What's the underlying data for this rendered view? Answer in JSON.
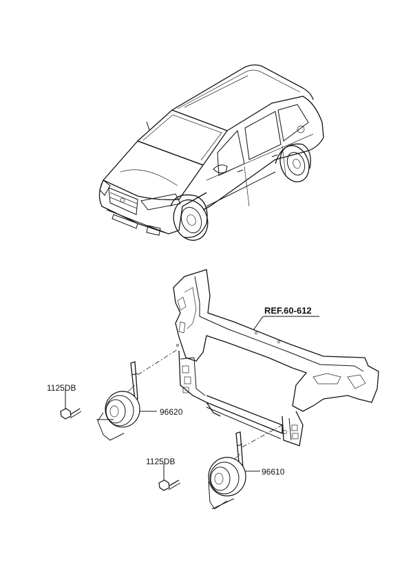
{
  "parts": {
    "ref_label": "REF.60-612",
    "bolt_upper": "1125DB",
    "horn_upper": "96620",
    "bolt_lower": "1125DB",
    "horn_lower": "96610"
  }
}
